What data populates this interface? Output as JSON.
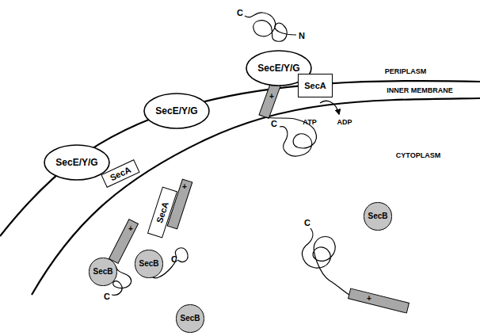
{
  "diagram": {
    "nodes": [
      {
        "text": [
          "SecE/Y/G"
        ]
      },
      {
        "text": [
          "SecE/Y/G"
        ]
      },
      {
        "text": [
          "SecE/Y/G"
        ]
      },
      {
        "text": [
          "SecA"
        ]
      },
      {
        "text": [
          "SecA"
        ]
      },
      {
        "text": [
          "SecA"
        ]
      },
      {
        "text": [
          "SecB"
        ]
      },
      {
        "text": [
          "SecB"
        ]
      },
      {
        "text": [
          "SecB"
        ]
      },
      {
        "text": [
          "SecB"
        ]
      }
    ],
    "labels": [
      "C",
      "N",
      "PERIPLASM",
      "INNER MEMBRANE",
      "C",
      "ATP",
      "ADP",
      "CYTOPLASM",
      "C",
      "C",
      "C",
      "+",
      "+",
      "+",
      "+"
    ]
  }
}
